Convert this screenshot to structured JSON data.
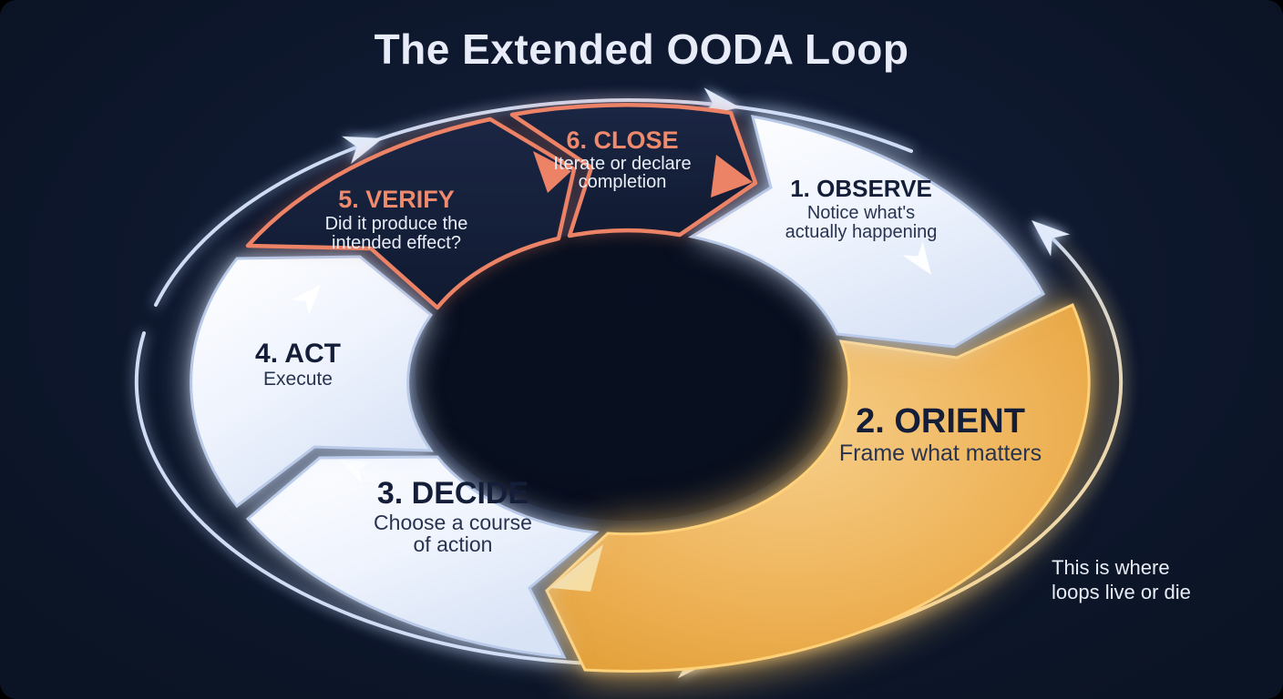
{
  "title": "The Extended OODA Loop",
  "annotation": {
    "line1": "This is where",
    "line2": "loops live or die"
  },
  "segments": [
    {
      "id": "observe",
      "label": "1. OBSERVE",
      "desc_lines": [
        "Notice what's",
        "actually happening"
      ],
      "style": "light"
    },
    {
      "id": "orient",
      "label": "2. ORIENT",
      "desc_lines": [
        "Frame what matters"
      ],
      "style": "gold"
    },
    {
      "id": "decide",
      "label": "3. DECIDE",
      "desc_lines": [
        "Choose a course",
        "of action"
      ],
      "style": "light"
    },
    {
      "id": "act",
      "label": "4. ACT",
      "desc_lines": [
        "Execute"
      ],
      "style": "light"
    },
    {
      "id": "verify",
      "label": "5. VERIFY",
      "desc_lines": [
        "Did it produce the",
        "intended effect?"
      ],
      "style": "dark-outlined"
    },
    {
      "id": "close",
      "label": "6. CLOSE",
      "desc_lines": [
        "Iterate or declare",
        "completion"
      ],
      "style": "dark-outlined"
    }
  ],
  "colors": {
    "background": "#0c1526",
    "light_segment": "#e9f0fc",
    "gold_segment": "#e8a53c",
    "coral_outline": "#ec8266",
    "dark_segment": "#141d36",
    "arc_blue": "#cfdcf3",
    "arc_cream": "#ecdcb4",
    "title_text": "#e7ecf8",
    "dark_text": "#141e38",
    "light_text": "#e9eef8"
  }
}
